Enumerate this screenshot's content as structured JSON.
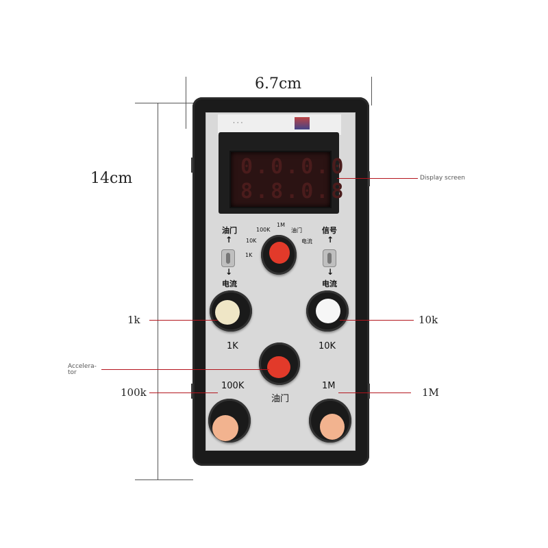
{
  "dimensions": {
    "width_label": "6.7cm",
    "height_label": "14cm"
  },
  "callouts": {
    "display": "Display screen",
    "left_1k": "1k",
    "right_10k": "10k",
    "accelerator": "Accelera-\ntor",
    "left_100k": "100k",
    "right_1m": "1M"
  },
  "panel": {
    "top_strip_text": "· · ·",
    "left_toggle_top": "油门",
    "left_toggle_bottom": "电流",
    "right_toggle_top": "信号",
    "right_toggle_bottom": "电流",
    "selector_labels": {
      "s100k": "100K",
      "s1m": "1M",
      "s_throttle": "油门",
      "s10k": "10K",
      "s_current": "电流",
      "s1k": "1K"
    },
    "knob_1k_label": "1K",
    "knob_10k_label": "10K",
    "knob_100k_label": "100K",
    "knob_1m_label": "1M",
    "throttle_label": "油门",
    "display_row1": "0.0.0.0",
    "display_row2": "8.8.0.8"
  },
  "colors": {
    "red_callout": "#b3141c",
    "case": "#1b1b1b",
    "panel": "#d9d9d9",
    "knob_red": "#e23a2a",
    "knob_cream": "#efe6c6",
    "knob_peach": "#f2b38f",
    "knob_white": "#f6f6f6"
  }
}
